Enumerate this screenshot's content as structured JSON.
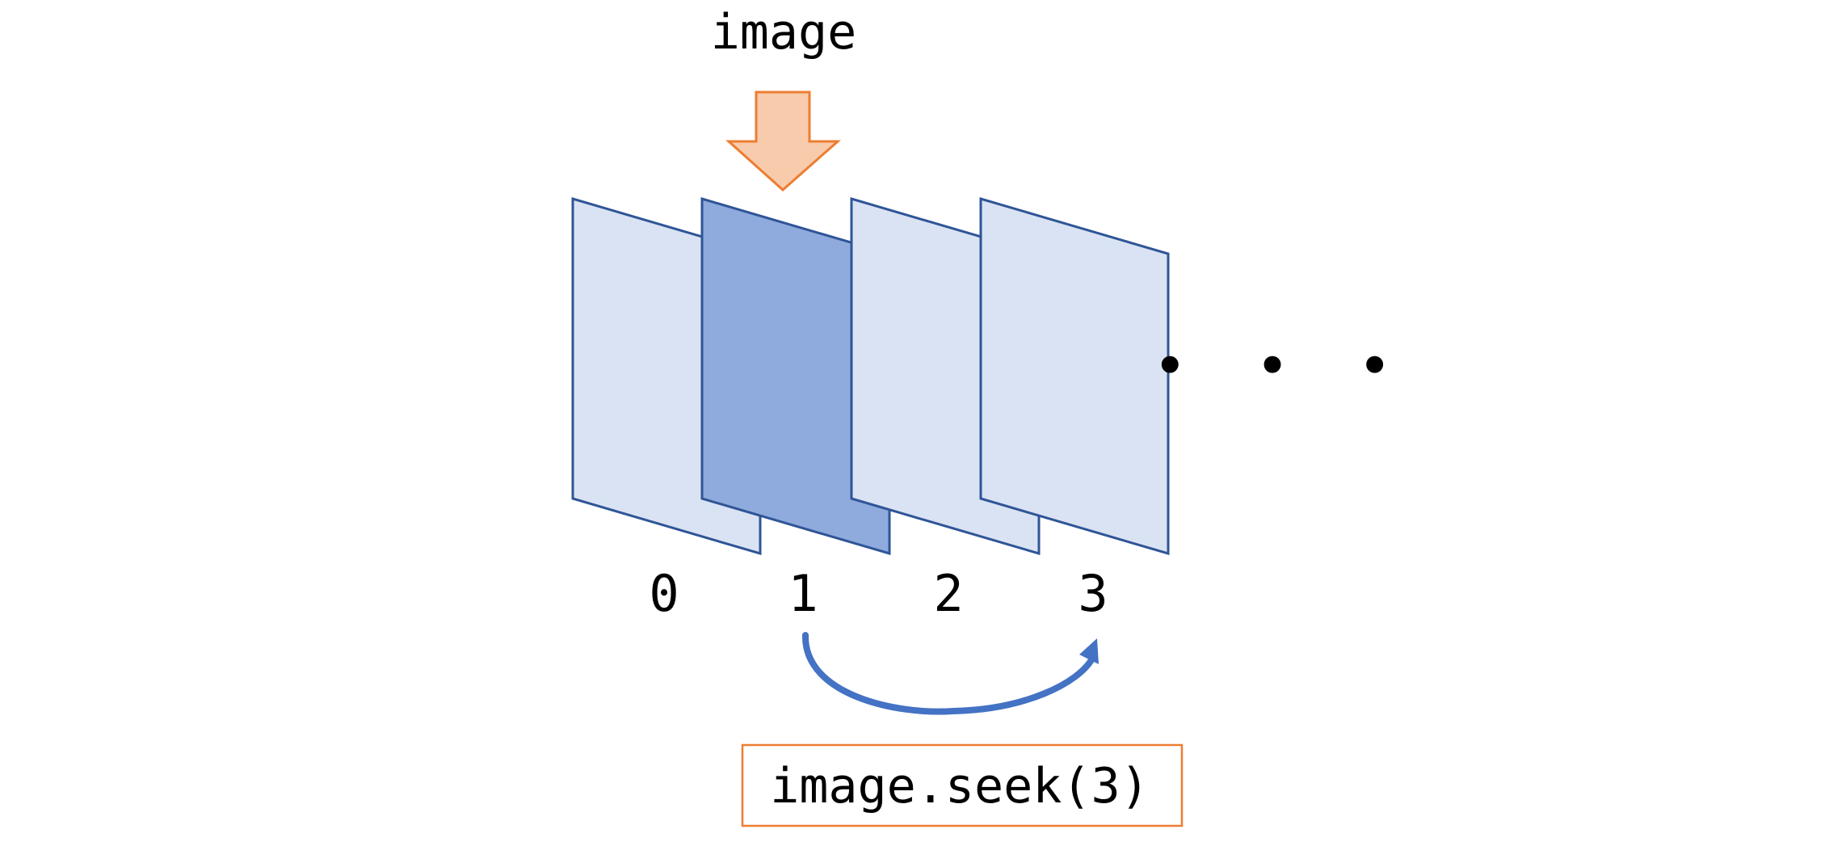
{
  "diagram": {
    "top_label": "image",
    "frames": [
      {
        "index_label": "0",
        "selected": false
      },
      {
        "index_label": "1",
        "selected": true
      },
      {
        "index_label": "2",
        "selected": false
      },
      {
        "index_label": "3",
        "selected": false
      }
    ],
    "ellipsis": "• • •",
    "code_label": "image.seek(3)",
    "colors": {
      "frame_fill": "#dae3f3",
      "frame_selected_fill": "#8faadc",
      "frame_stroke": "#2f5597",
      "pointer_arrow_fill": "#f8cbad",
      "pointer_arrow_stroke": "#ed7d31",
      "seek_arrow": "#4472c4",
      "code_box_border": "#ed7d31"
    },
    "icons": {
      "pointer": "down-arrow-icon",
      "seek": "curved-arrow-icon"
    }
  }
}
